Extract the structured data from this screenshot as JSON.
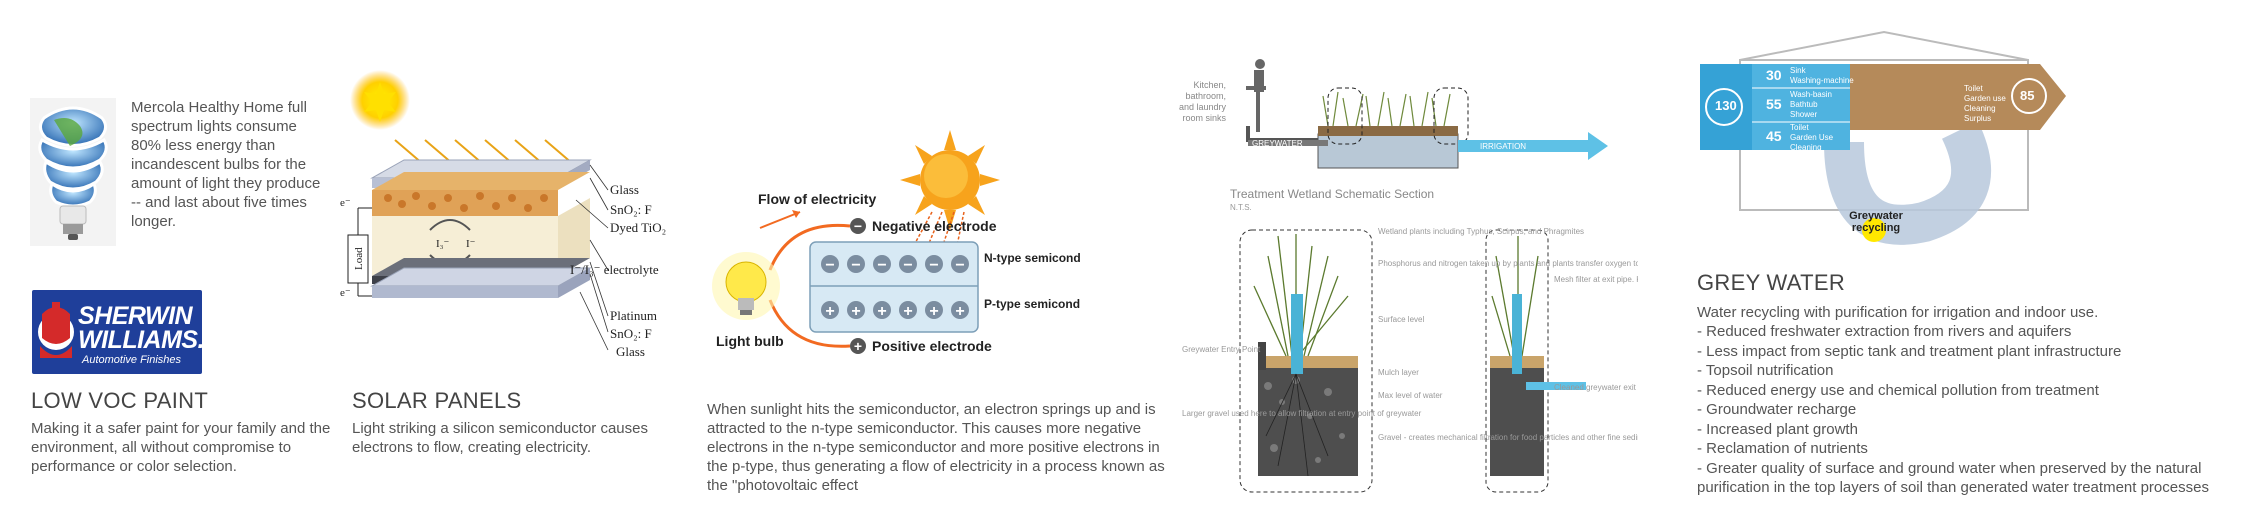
{
  "panels": {
    "lighting": {
      "description": "Mercola Healthy Home full spectrum lights consume 80% less energy than incandescent bulbs for the amount of light they produce -- and last about five times longer."
    },
    "paint": {
      "logo_top": "SHERWIN",
      "logo_mid": "WILLIAMS.",
      "logo_sub": "Automotive Finishes",
      "title": "LOW VOC PAINT",
      "description": "Making it a safer paint for your family and the environment, all without compromise to performance or color selection."
    },
    "solar": {
      "title": "SOLAR PANELS",
      "description": "Light striking a silicon semiconductor causes electrons to flow, creating electricity.",
      "labels": {
        "glass_top": "Glass",
        "sno2_top": "SnO₂: F",
        "dyed": "Dyed TiO₂",
        "electrolyte": "I⁻/I₃⁻ electrolyte",
        "platinum": "Platinum",
        "sno2_bottom": "SnO₂: F",
        "glass_bottom": "Glass",
        "load": "Load",
        "e_top": "e⁻",
        "e_bottom": "e⁻",
        "i3": "I₃⁻",
        "i": "I⁻"
      }
    },
    "photovoltaic": {
      "flow": "Flow of electricity",
      "negative": "Negative electrode",
      "ntype": "N-type semiconductor",
      "ptype": "P-type semiconductor",
      "bulb": "Light bulb",
      "positive": "Positive electrode",
      "minus_sign": "−",
      "plus_sign": "+",
      "description": "When sunlight hits the semiconductor, an electron springs up and is attracted to the n-type semiconductor. This causes more negative electrons in the n-type semiconductor and more positive electrons in the p-type, thus generating a flow of electricity in a process known as the \"photovoltaic effect"
    },
    "wetland": {
      "sources": "Kitchen, bathroom, and laundry room sinks",
      "greywater": "GREYWATER",
      "irrigation": "IRRIGATION",
      "schematic_title": "Treatment Wetland Schematic Section",
      "nts": "N.T.S.",
      "plants": "Wetland plants including Typhus, Scirpus, and Phragmites",
      "phosphorus": "Phosphorus and nitrogen taken up by plants and plants transfer oxygen to the roots which breaks down pollutants and organic matter by microbial action",
      "surface": "Surface level",
      "mulch": "Mulch layer",
      "max_level": "Max level of water",
      "gravel": "Gravel - creates mechanical filtration for food particles and other fine sediments",
      "entry": "Greywater Entry Point",
      "larger_gravel": "Larger gravel used here to allow filtration at entry point of greywater",
      "mesh": "Mesh filter at exit pipe. Keep clear of debris",
      "cleaned": "Cleaned greywater exit pipe to storage tank or irrigation. Pipe at same level as entry so greywater is never at the surface level"
    },
    "grey": {
      "in_value": "130",
      "out_value": "85",
      "rows": [
        {
          "value": "30",
          "items": [
            "Sink",
            "Washing-machine"
          ]
        },
        {
          "value": "55",
          "items": [
            "Wash-basin",
            "Bathtub",
            "Shower"
          ]
        },
        {
          "value": "45",
          "items": [
            "Toilet",
            "Garden Use",
            "Cleaning"
          ]
        }
      ],
      "out_items": [
        "Toilet",
        "Garden use",
        "Cleaning",
        "Surplus"
      ],
      "recycling": "Greywater recycling",
      "title": "GREY WATER",
      "intro": "Water recycling with purification for irrigation and indoor use.",
      "bullets": [
        "- Reduced freshwater extraction from rivers and aquifers",
        "- Less impact from septic tank and treatment plant infrastructure",
        "- Topsoil nutrification",
        "- Reduced energy use and chemical pollution from treatment",
        "- Groundwater recharge",
        "- Increased plant growth",
        "- Reclamation of nutrients",
        "- Greater quality of surface and ground water when preserved by the natural purification in the top layers of soil than generated water treatment processes"
      ]
    }
  },
  "colors": {
    "sherwin_blue": "#1f3f9a",
    "sherwin_red": "#d42a2a",
    "grey_blue": "#4fb3e0",
    "grey_brown": "#b58a5a",
    "sun": "#f7a31c"
  }
}
